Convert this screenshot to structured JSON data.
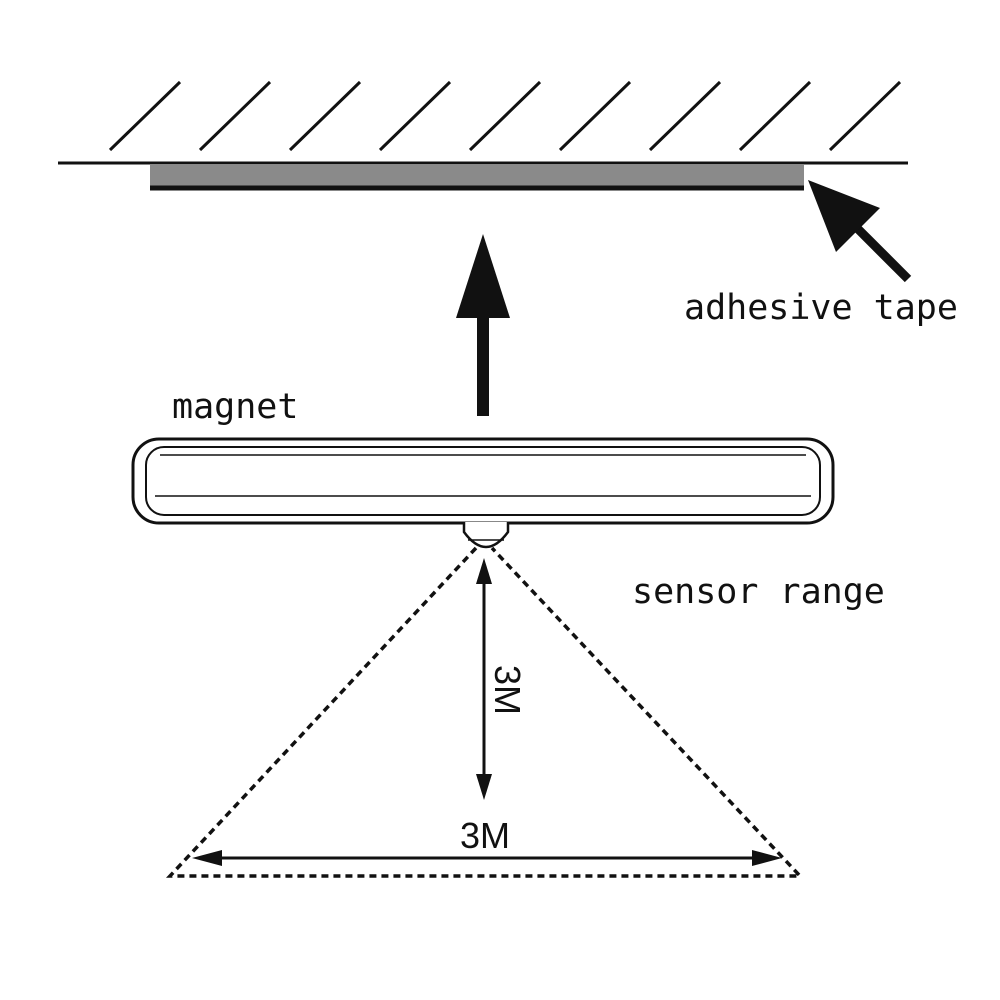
{
  "labels": {
    "adhesive_tape": "adhesive tape",
    "magnet": "magnet",
    "sensor_range": "sensor range",
    "height_dimension": "3M",
    "width_dimension": "3M"
  },
  "colors": {
    "stroke": "#111111",
    "tape_fill": "#8a8a8a",
    "background": "#ffffff"
  }
}
